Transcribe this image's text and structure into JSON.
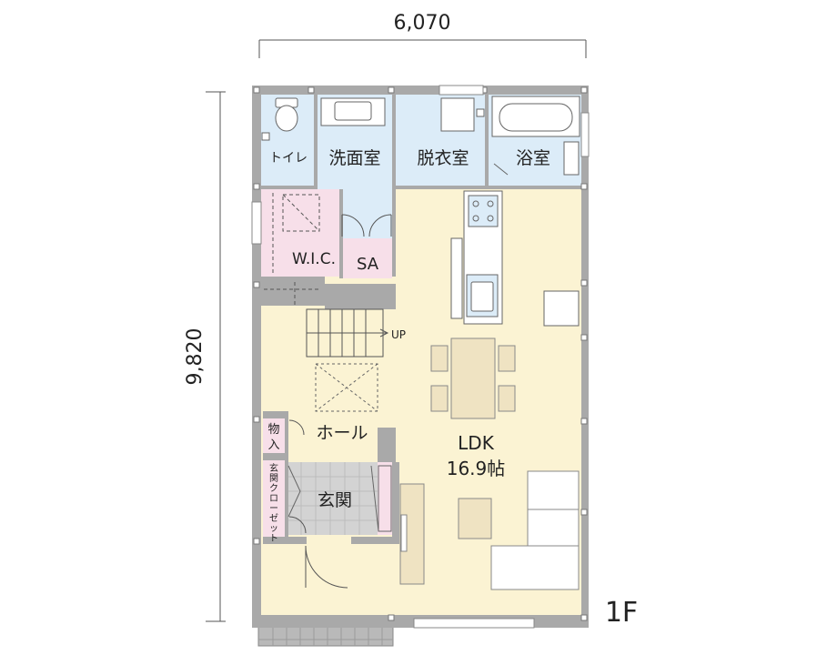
{
  "dimensions": {
    "width_label": "6,070",
    "height_label": "9,820"
  },
  "floor_label": "1F",
  "rooms": {
    "toilet": "トイレ",
    "washroom": "洗面室",
    "dressing": "脱衣室",
    "bath": "浴室",
    "wic": "W.I.C.",
    "sa": "SA",
    "storage_1": "物",
    "storage_2": "入",
    "hall": "ホール",
    "entrance": "玄関",
    "entrance_closet": [
      "玄",
      "関",
      "ク",
      "ロ",
      "ー",
      "ゼ",
      "ッ",
      "ト"
    ],
    "ldk": "LDK",
    "ldk_size": "16.9帖"
  },
  "stair_label": "UP",
  "colors": {
    "ldk": "#fbf3d3",
    "water": "#dcecf8",
    "closet": "#f7dfe9",
    "wall": "#a9a9a9",
    "tile": "#b9b9b9",
    "furniture": "#efe3c2"
  }
}
